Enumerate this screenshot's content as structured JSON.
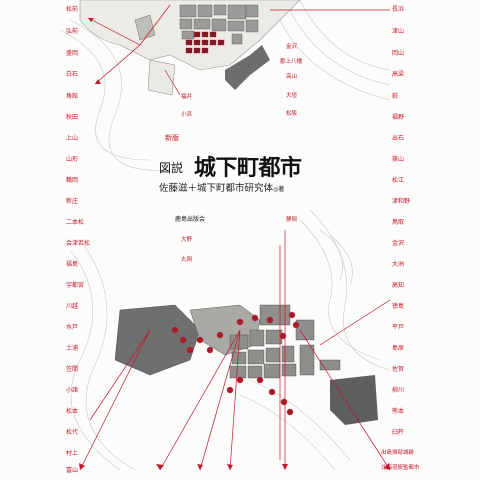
{
  "edition_badge": "新版",
  "title_prefix": "図説",
  "title": "城下町都市",
  "author": "佐藤滋＋城下町都市研究体",
  "author_suffix": "◎著",
  "publisher": "鹿島出版会",
  "left_cities": [
    "松前",
    "弘前",
    "盛岡",
    "白石",
    "角館",
    "秋田",
    "上山",
    "山形",
    "鶴岡",
    "新庄",
    "二本松",
    "会津若松",
    "福島",
    "宇都宮",
    "川越",
    "水戸",
    "土浦",
    "笠間",
    "小諸",
    "松本",
    "松代",
    "村上",
    "富山"
  ],
  "right_cities": [
    "長浜",
    "津山",
    "岡山",
    "高梁",
    "萩",
    "福野",
    "出石",
    "篠山",
    "松江",
    "津和野",
    "鳥取",
    "金沢",
    "大洲",
    "高知",
    "徳島",
    "平戸",
    "島原",
    "佐賀",
    "柳川",
    "熊本",
    "臼杵",
    "出島掃部城跡",
    "北海道統監都市"
  ],
  "middle_cities": [
    "金沢",
    "郡上八幡",
    "高山",
    "大垣",
    "松阪",
    "福井",
    "小浜",
    "静岡",
    "大野",
    "丸岡"
  ],
  "colors": {
    "accent": "#c3172b",
    "ink": "#222222",
    "paper": "#fcfcfb"
  }
}
